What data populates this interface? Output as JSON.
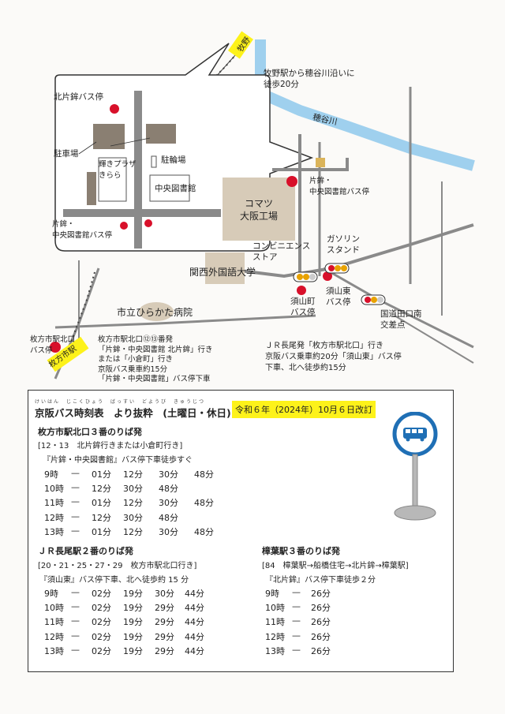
{
  "map": {
    "river_label": "穂谷川",
    "road_label_top": "牧野",
    "road_label_bottom": "枚方市駅",
    "walk_note": [
      "牧野駅から穂谷川沿いに",
      "徒歩20分"
    ],
    "inset": {
      "bus_stop_north": "北片鉾バス停",
      "parking": "駐車場",
      "plaza": [
        "輝きプラザ",
        "きらら"
      ],
      "bicycle_parking": "駐輪場",
      "library": "中央図書館",
      "bus_stop_south": [
        "片鉾・",
        "中央図書館バス停"
      ]
    },
    "komatsu": [
      "コマツ",
      "大阪工場"
    ],
    "library_stop": [
      "片鉾・",
      "中央図書館バス停"
    ],
    "convenience_store": [
      "コンビニエンス",
      "ストア"
    ],
    "gas_station": [
      "ガソリン",
      "スタンド"
    ],
    "university": "関西外国語大学",
    "suyamacho_stop": [
      "須山町",
      "バス停"
    ],
    "suyamahigashi_stop": [
      "須山東",
      "バス停"
    ],
    "kokudo_intersection": [
      "国道田口南",
      "交差点"
    ],
    "hospital": "市立ひらかた病院",
    "hirakata_stop": [
      "枚方市駅北口",
      "バス停"
    ],
    "hirakata_note": [
      "枚方市駅北口⑫⑬番発",
      "「片鉾・中央図書館 北片鉾」行き",
      "または「小倉町」行き",
      "京阪バス乗車約15分",
      "「片鉾・中央図書館」バス停下車"
    ],
    "nagao_note": [
      "ＪＲ長尾発「枚方市駅北口」行き",
      "京阪バス乗車約20分「須山東」バス停",
      "下車、北へ徒歩約15分"
    ]
  },
  "timetable": {
    "title": "京阪バス時刻表　より抜粋　(土曜日・休日)",
    "ruby": "けいはん　じこくひょう　ばっすい　どようび　きゅうじつ",
    "revision": "令和６年（2024年）10月６日改訂",
    "hirakata": {
      "header": "枚方市駅北口３番のりば発",
      "route": "[12・13　北片鉾行きまたは小倉町行き]",
      "walk": "『片鉾・中央図書館』バス停下車徒歩すぐ",
      "rows": [
        {
          "hour": "9時",
          "dash": "—",
          "m": [
            "01分",
            "12分",
            "30分",
            "48分"
          ]
        },
        {
          "hour": "10時",
          "dash": "—",
          "m": [
            "12分",
            "30分",
            "48分",
            ""
          ]
        },
        {
          "hour": "11時",
          "dash": "—",
          "m": [
            "01分",
            "12分",
            "30分",
            "48分"
          ]
        },
        {
          "hour": "12時",
          "dash": "—",
          "m": [
            "12分",
            "30分",
            "48分",
            ""
          ]
        },
        {
          "hour": "13時",
          "dash": "—",
          "m": [
            "01分",
            "12分",
            "30分",
            "48分"
          ]
        }
      ]
    },
    "nagao": {
      "header": "ＪＲ長尾駅２番のりば発",
      "route": "[20・21・25・27・29　枚方市駅北口行き]",
      "walk": "『須山東』バス停下車、北へ徒歩約 15 分",
      "rows": [
        {
          "hour": "9時",
          "dash": "—",
          "m": [
            "02分",
            "19分",
            "30分",
            "44分"
          ]
        },
        {
          "hour": "10時",
          "dash": "—",
          "m": [
            "02分",
            "19分",
            "29分",
            "44分"
          ]
        },
        {
          "hour": "11時",
          "dash": "—",
          "m": [
            "02分",
            "19分",
            "29分",
            "44分"
          ]
        },
        {
          "hour": "12時",
          "dash": "—",
          "m": [
            "02分",
            "19分",
            "29分",
            "44分"
          ]
        },
        {
          "hour": "13時",
          "dash": "—",
          "m": [
            "02分",
            "19分",
            "29分",
            "44分"
          ]
        }
      ]
    },
    "kuzuha": {
      "header": "樟葉駅３番のりば発",
      "route": "[84　樟葉駅→船橋住宅→北片鉾→樟葉駅]",
      "walk": "『北片鉾』バス停下車徒歩２分",
      "rows": [
        {
          "hour": "9時",
          "dash": "—",
          "m": [
            "26分"
          ]
        },
        {
          "hour": "10時",
          "dash": "—",
          "m": [
            "26分"
          ]
        },
        {
          "hour": "11時",
          "dash": "—",
          "m": [
            "26分"
          ]
        },
        {
          "hour": "12時",
          "dash": "—",
          "m": [
            "26分"
          ]
        },
        {
          "hour": "13時",
          "dash": "—",
          "m": [
            "26分"
          ]
        }
      ]
    },
    "icon": "bus-stop-icon"
  },
  "colors": {
    "river": "#9fd0ee",
    "road": "#8a8a8a",
    "building": "#b3a89a",
    "komatsu": "#d7cbb8",
    "busstop_red": "#d8102a",
    "highlight_yellow": "#fdf21a",
    "busstop_blue": "#1f6fb5"
  }
}
